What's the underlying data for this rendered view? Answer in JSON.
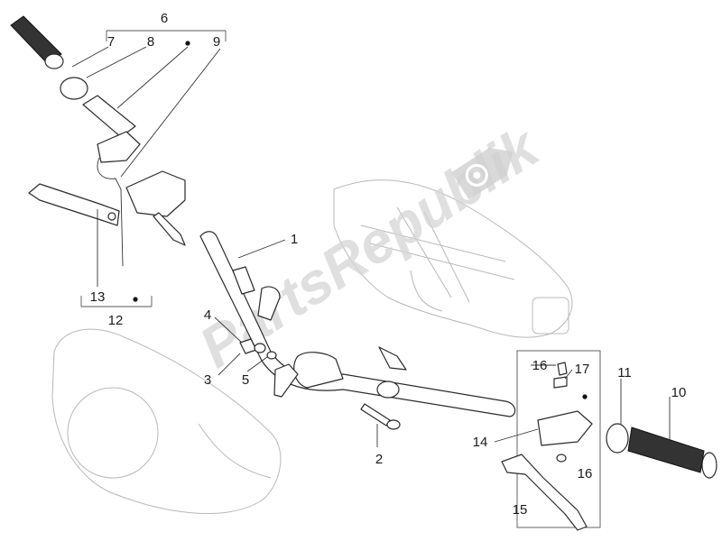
{
  "watermark": {
    "text": "PartsRepublik"
  },
  "callouts": [
    {
      "id": "c1",
      "label": "1"
    },
    {
      "id": "c2",
      "label": "2"
    },
    {
      "id": "c3",
      "label": "3"
    },
    {
      "id": "c4",
      "label": "4"
    },
    {
      "id": "c5",
      "label": "5"
    },
    {
      "id": "c6",
      "label": "6"
    },
    {
      "id": "c7",
      "label": "7"
    },
    {
      "id": "c8",
      "label": "8"
    },
    {
      "id": "c9",
      "label": "9"
    },
    {
      "id": "c10",
      "label": "10"
    },
    {
      "id": "c11",
      "label": "11"
    },
    {
      "id": "c12",
      "label": "12"
    },
    {
      "id": "c13",
      "label": "13"
    },
    {
      "id": "c14",
      "label": "14"
    },
    {
      "id": "c15",
      "label": "15"
    },
    {
      "id": "c16a",
      "label": "16"
    },
    {
      "id": "c16b",
      "label": "16"
    },
    {
      "id": "c17",
      "label": "17"
    }
  ],
  "colors": {
    "line": "#2a2a2a",
    "ghost": "#b8b8b8",
    "watermark": "#d4d4d4"
  },
  "icons": {
    "watermark_logo": "gear-icon"
  }
}
